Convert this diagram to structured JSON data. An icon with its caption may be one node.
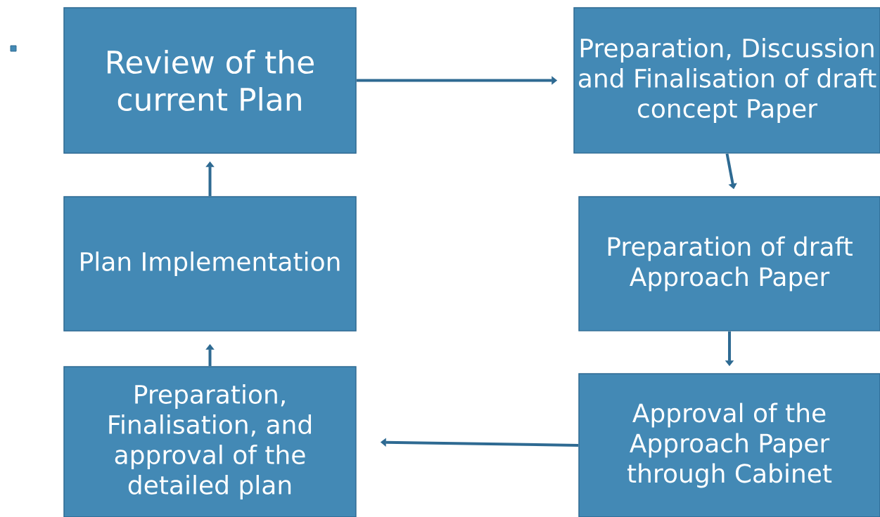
{
  "diagram": {
    "nodes": [
      {
        "text": [
          "Review of the current Plan"
        ]
      },
      {
        "text": [
          "Preparation, Discussion and Finalisation of draft concept Paper"
        ]
      },
      {
        "text": [
          "Plan Implementation"
        ]
      },
      {
        "text": [
          "Preparation of draft Approach Paper"
        ]
      },
      {
        "text": [
          "Preparation, Finalisation, and approval of the detailed plan"
        ]
      },
      {
        "text": [
          "Approval of the Approach Paper through Cabinet"
        ]
      }
    ],
    "edges": [
      {
        "from": 0,
        "to": 1,
        "arrow": "to"
      },
      {
        "from": 1,
        "to": 3,
        "arrow": "to"
      },
      {
        "from": 3,
        "to": 5,
        "arrow": "to"
      },
      {
        "from": 5,
        "to": 4,
        "arrow": "to"
      },
      {
        "from": 4,
        "to": 2,
        "arrow": "to"
      },
      {
        "from": 2,
        "to": 0,
        "arrow": "to"
      }
    ]
  }
}
